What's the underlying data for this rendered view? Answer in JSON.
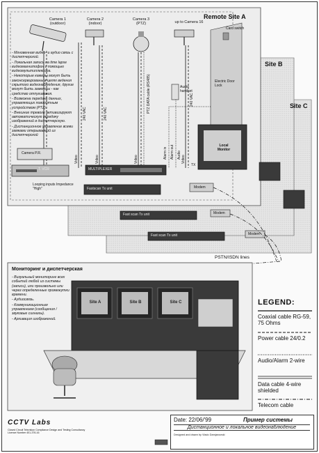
{
  "sites": {
    "a": "Remote Site A",
    "b": "Site B",
    "c": "Site C"
  },
  "cameras": [
    {
      "name": "Camera 1",
      "mode": "(outdoor)"
    },
    {
      "name": "Camera 2",
      "mode": "(indoor)"
    },
    {
      "name": "Camera 3",
      "mode": "(PTZ)"
    },
    {
      "name": "up to Camera 16",
      "mode": ""
    }
  ],
  "site_a_notes": [
    "- Мгновенная видео- и аудио связь с диспетчерской.",
    "- Локальная запись на time lapse видеомагнитофон с помощью видеомультиплексора.",
    "- Некоторые камеры могут быть законсервированы в целях ведения скрытого видеонаблюдения, другие могут быть заметны - как средство отпугивания.",
    "- Возможна передача данных, управляющих поворотным устройством (PTZ).",
    "- Внешние тревоги активизируют автоматическую передачу изображений в диспетчерскую.",
    "- Дистанционное управление всеми замками открываемой из диспетчерской"
  ],
  "equipment": {
    "camera_pir": "Camera P.R.",
    "vcr": "T. VCR",
    "multiplexer": "MULTIPLEXER",
    "transmit": "Fastscan Tx unit",
    "transmit_b": "Fast scan Tx unit",
    "transmit_c": "Fast scan Tx unit",
    "modem": "Modem",
    "modem_b": "Modem",
    "modem_c": "Modem",
    "local_monitor": "Local Monitor",
    "card_switch": "Card switch",
    "electric_door_lock": "Electric Door Lock",
    "audio_handset": "Audio handset",
    "telemetry": "TX",
    "looping": "Looping inputs Impedance \"High\"",
    "ptz_data": "PTZ DATA cable (RS485)"
  },
  "cable_labels": {
    "video": "Video",
    "ptz": "PTZ",
    "v240": "240 VAC",
    "audio": "Audio",
    "alarm_in": "Alarm in",
    "alarm_out": "Alarm out",
    "pstn": "PSTN/ISDN lines"
  },
  "monitoring": {
    "title": "Мониторинг и диспетчерская",
    "notes": [
      "- Визуальный мониторинг всех событий любой из системы (записи), или произвольно или через определенные промежутки времени.",
      "- Аудиосвязь.",
      "- Коммуникационным управлением (сообщения / звуковые сигналы).",
      "- Архивация изображений."
    ],
    "monitors": [
      "Site A",
      "Site B",
      "Site C"
    ]
  },
  "legend": {
    "title": "LEGEND:",
    "items": [
      {
        "label": "Coaxial cable RG-59, 75 Ohms",
        "style": "solid"
      },
      {
        "label": "Power cable 24/0.2",
        "style": "dashed"
      },
      {
        "label": "Audio/Alarm 2-wire",
        "style": "dotted"
      },
      {
        "label": "Data cable 4-wire shielded",
        "style": "double"
      },
      {
        "label": "Telecom cable",
        "style": "dashdot"
      }
    ]
  },
  "titleblock": {
    "date": "Date: 22/06/'99",
    "title": "Пример системы",
    "subtitle": "Дистанционное и локальное видеонаблюдение",
    "small": "Designed and drawn by Vlado Damjanovski"
  },
  "logo": {
    "name": "CCTV Labs",
    "subtitle": "Closed Circuit Television Compliance Design and Testing Consultancy Licence Number 401-376-16"
  },
  "colors": {
    "panel": "#dcdcdc",
    "panel_dark": "#bdbdbd",
    "equipment": "#3a3a3a",
    "ink": "#111111",
    "screen": "#2a2a2a"
  }
}
